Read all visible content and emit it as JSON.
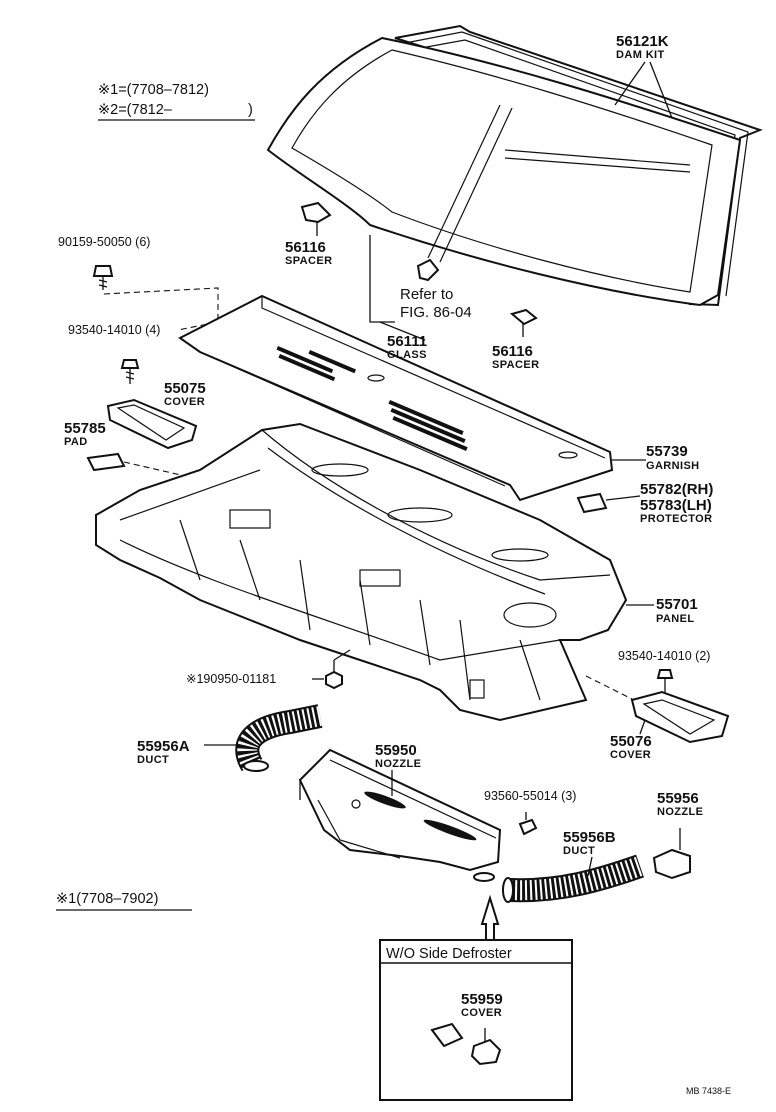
{
  "notes": {
    "mark1": "※1=(7708–7812)",
    "mark2": "※2=(7812–",
    "mark2_close": ")",
    "mark1_bottom": "※1(7708–7902)"
  },
  "parts": {
    "dam_kit": {
      "number": "56121K",
      "name": "DAM KIT"
    },
    "spacer_left": {
      "number": "56116",
      "name": "SPACER"
    },
    "spacer_right": {
      "number": "56116",
      "name": "SPACER"
    },
    "glass": {
      "number": "56111",
      "name": "GLASS"
    },
    "screw_top": {
      "number": "90159-50050 (6)"
    },
    "screw_left": {
      "number": "93540-14010 (4)"
    },
    "cover_left": {
      "number": "55075",
      "name": "COVER"
    },
    "pad": {
      "number": "55785",
      "name": "PAD"
    },
    "garnish": {
      "number": "55739",
      "name": "GARNISH"
    },
    "protector": {
      "number_rh": "55782(RH)",
      "number_lh": "55783(LH)",
      "name": "PROTECTOR"
    },
    "panel": {
      "number": "55701",
      "name": "PANEL"
    },
    "nut": {
      "number": "※190950-01181"
    },
    "screw_right": {
      "number": "93540-14010 (2)"
    },
    "cover_right": {
      "number": "55076",
      "name": "COVER"
    },
    "duct_left": {
      "number": "55956A",
      "name": "DUCT"
    },
    "nozzle_center": {
      "number": "55950",
      "name": "NOZZLE"
    },
    "screw_nozzle": {
      "number": "93560-55014 (3)"
    },
    "nozzle_right": {
      "number": "55956",
      "name": "NOZZLE"
    },
    "duct_right": {
      "number": "55956B",
      "name": "DUCT"
    },
    "cover_inset": {
      "number": "55959",
      "name": "COVER"
    }
  },
  "refer": {
    "line1": "Refer to",
    "line2": "FIG. 86-04"
  },
  "inset": {
    "title": "W/O Side Defroster"
  },
  "figure_code": "MB  7438-E"
}
